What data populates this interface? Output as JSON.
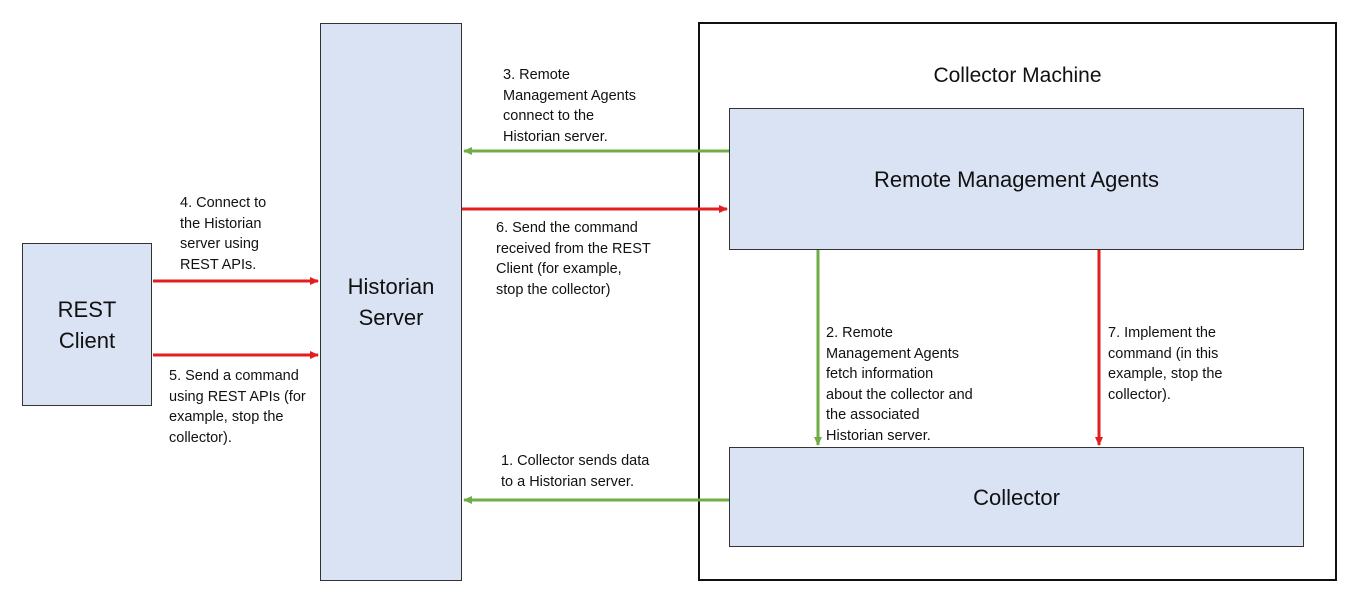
{
  "colors": {
    "box_fill": "#dae3f3",
    "box_border": "#333333",
    "request_arrow": "#e31e1e",
    "data_arrow": "#70ad47"
  },
  "nodes": {
    "rest_client": "REST\nClient",
    "historian_server": "Historian\nServer",
    "remote_agents": "Remote Management Agents",
    "collector": "Collector"
  },
  "collector_machine": {
    "title": "Collector Machine"
  },
  "steps": {
    "s1": "1. Collector sends data\nto a Historian server.",
    "s2": "2. Remote\nManagement Agents\nfetch information\nabout the collector and\nthe associated\nHistorian server.",
    "s3": "3. Remote\nManagement Agents\nconnect to the\nHistorian server.",
    "s4": "4. Connect to\nthe Historian\nserver using\nREST APIs.",
    "s5": "5. Send a command\nusing REST APIs (for\nexample, stop the\ncollector).",
    "s6": "6. Send the command\nreceived from the REST\nClient (for example,\nstop the collector)",
    "s7": "7. Implement the\ncommand (in this\nexample, stop the\ncollector)."
  }
}
